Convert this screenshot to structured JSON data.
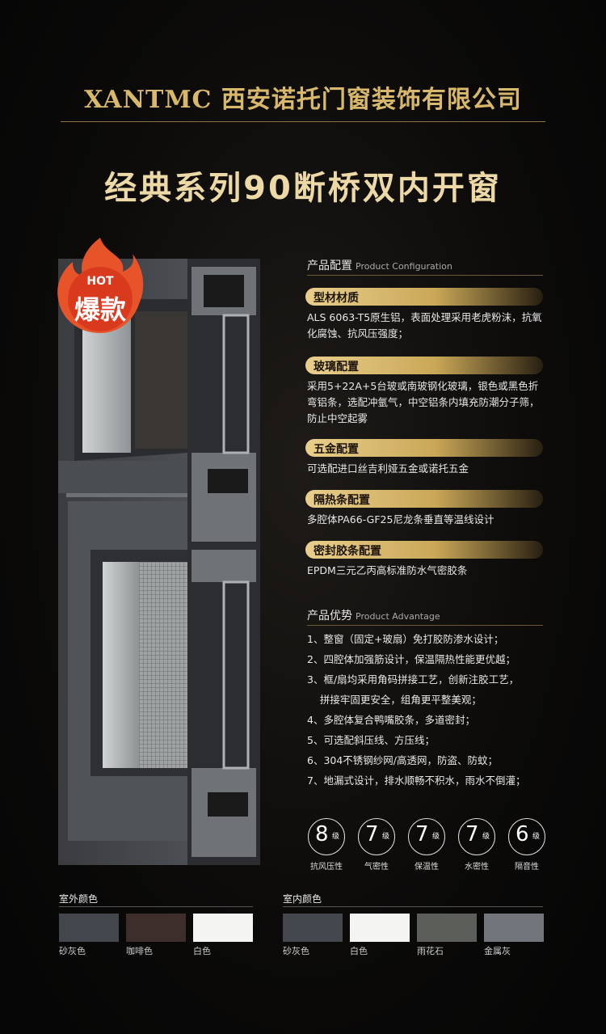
{
  "header": {
    "brand": "XANTMC 西安诺托门窗装饰有限公司",
    "title": "经典系列90断桥双内开窗"
  },
  "badge": {
    "top": "HOT",
    "main": "爆款"
  },
  "config": {
    "heading": "产品配置",
    "heading_en": "Product Configuration",
    "items": [
      {
        "label": "型材材质",
        "text": "ALS 6063-T5原生铝，表面处理采用老虎粉沫，抗氧化腐蚀、抗风压强度；"
      },
      {
        "label": "玻璃配置",
        "text": "采用5+22A+5台玻或南玻钢化玻璃，银色或黑色折弯铝条，选配冲氩气，中空铝条内填充防潮分子筛，防止中空起雾"
      },
      {
        "label": "五金配置",
        "text": "可选配进口丝吉利娅五金或诺托五金"
      },
      {
        "label": "隔热条配置",
        "text": "多腔体PA66-GF25尼龙条垂直等温线设计"
      },
      {
        "label": "密封胶条配置",
        "text": "EPDM三元乙丙高标准防水气密胶条"
      }
    ]
  },
  "advantage": {
    "heading": "产品优势",
    "heading_en": "Product Advantage",
    "items": [
      "1、整窗（固定+玻扇）免打胶防渗水设计；",
      "2、四腔体加强筋设计，保温隔热性能更优越；",
      "3、框/扇均采用角码拼接工艺，创新注胶工艺，",
      "    拼接牢固更安全，组角更平整美观；",
      "4、多腔体复合鸭嘴胶条，多道密封；",
      "5、可选配斜压线、方压线；",
      "6、304不锈钢纱网/高透网，防盗、防蚊；",
      "7、地漏式设计，排水顺畅不积水，雨水不倒灌；"
    ]
  },
  "ratings": [
    {
      "num": "8",
      "unit": "级",
      "label": "抗风压性"
    },
    {
      "num": "7",
      "unit": "级",
      "label": "气密性"
    },
    {
      "num": "7",
      "unit": "级",
      "label": "保温性"
    },
    {
      "num": "7",
      "unit": "级",
      "label": "水密性"
    },
    {
      "num": "6",
      "unit": "级",
      "label": "隔音性"
    }
  ],
  "colors_outdoor": {
    "heading": "室外颜色",
    "items": [
      {
        "name": "砂灰色",
        "color": "#43464c"
      },
      {
        "name": "咖啡色",
        "color": "#3d2e2c"
      },
      {
        "name": "白色",
        "color": "#f4f4f2"
      }
    ]
  },
  "colors_indoor": {
    "heading": "室内颜色",
    "items": [
      {
        "name": "砂灰色",
        "color": "#43464c"
      },
      {
        "name": "白色",
        "color": "#f4f4f2"
      },
      {
        "name": "雨花石",
        "color": "#5c5e5a"
      },
      {
        "name": "金属灰",
        "color": "#72757c"
      }
    ]
  }
}
